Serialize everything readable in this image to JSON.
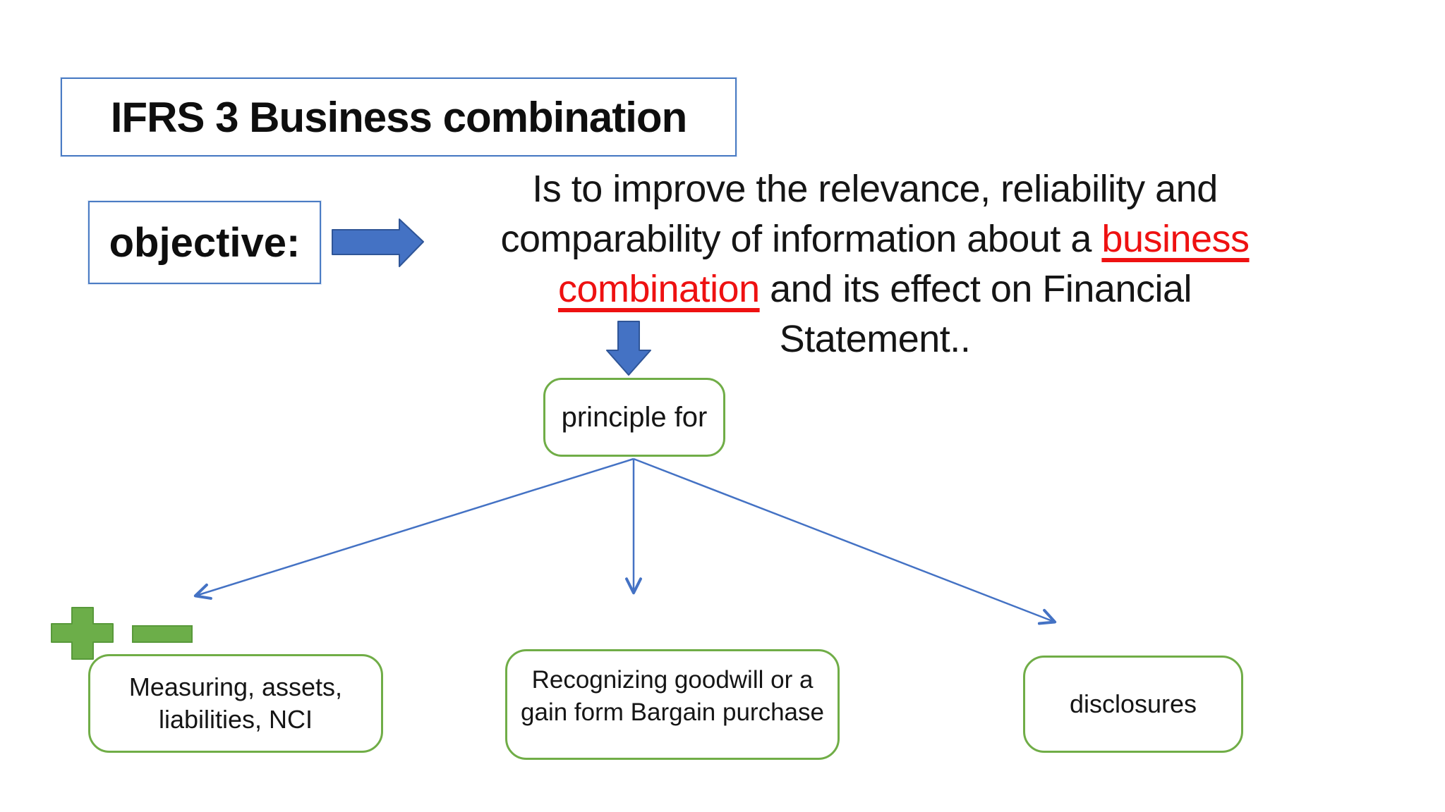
{
  "slide": {
    "title": "IFRS 3 Business combination",
    "objective_label": "objective:",
    "paragraph": {
      "line1": "Is to improve the relevance, reliability and",
      "line2_black": "comparability of information about a ",
      "line2_red": "business",
      "line3_red": "combination",
      "line3_black": " and its effect on Financial",
      "line4": "Statement.."
    },
    "principle_label": "principle for",
    "branches": {
      "left": {
        "line1": "Measuring, assets,",
        "line2": "liabilities, NCI"
      },
      "middle": {
        "line1": "Recognizing goodwill or a",
        "line2": "gain form Bargain purchase"
      },
      "right": {
        "label": "disclosures"
      }
    },
    "icons": [
      "arrow-right-icon",
      "arrow-down-icon",
      "plus-icon",
      "minus-icon",
      "branch-arrows"
    ],
    "colors": {
      "accent_blue": "#4472C4",
      "accent_blue_dark": "#2F5597",
      "border_blue": "#4B7CC4",
      "green": "#70AD47",
      "green_fill": "#6CAE49",
      "red": "#EE1111",
      "text": "#141414",
      "background": "#FFFFFF"
    }
  }
}
